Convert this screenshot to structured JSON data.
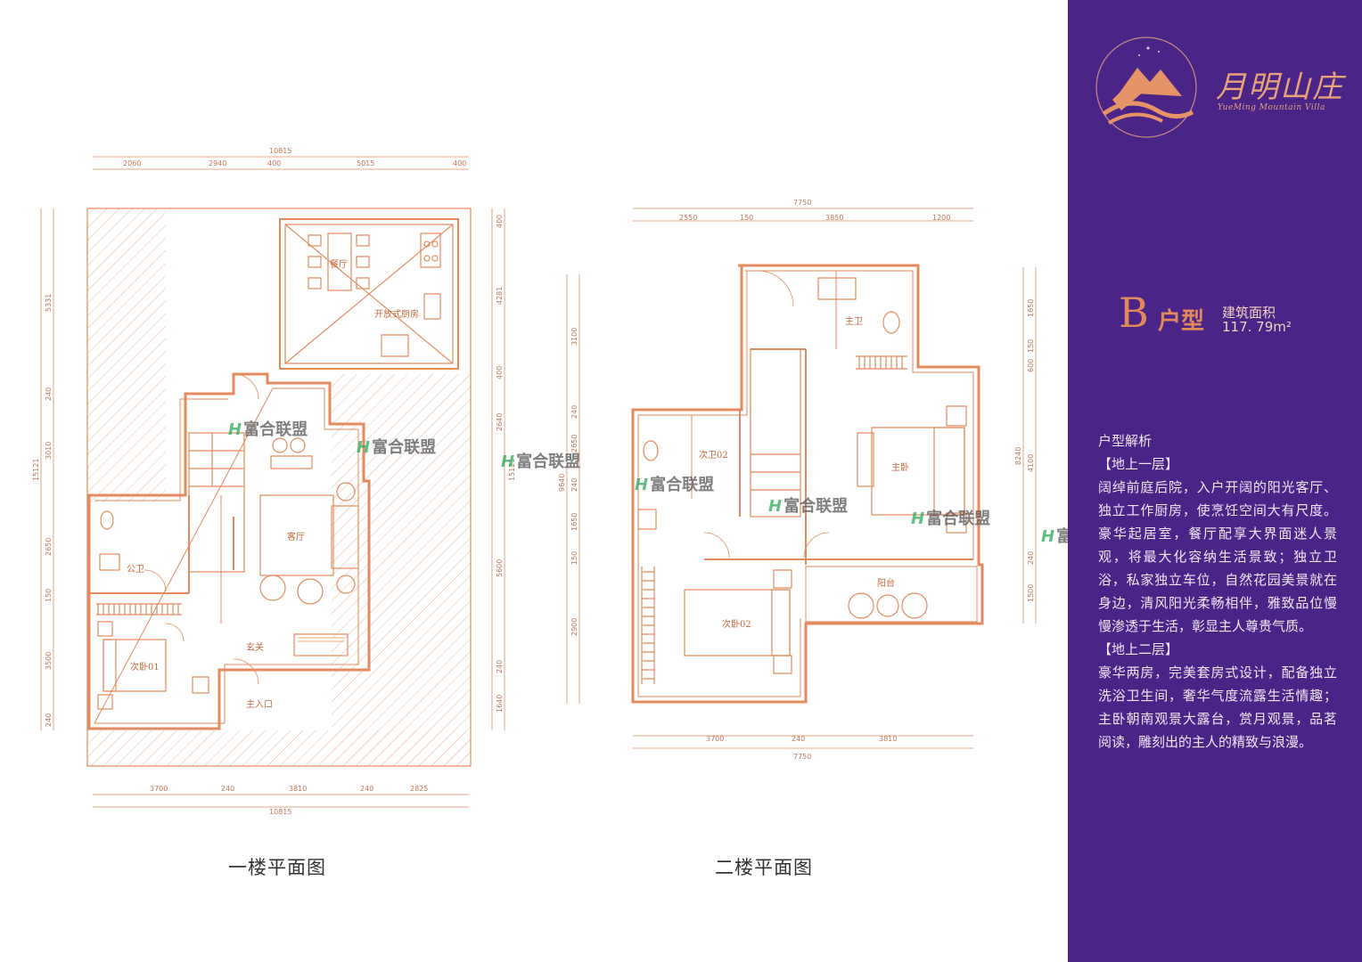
{
  "brand": {
    "name_cn": "月明山庄",
    "name_en": "YueMing Mountain Villa"
  },
  "unit": {
    "letter": "B",
    "type_label": "户型",
    "area_label": "建筑面积",
    "area_value": "117. 79m²"
  },
  "description": {
    "heading": "户型解析",
    "floor1_tag": "【地上一层】",
    "floor1_text": "阔绰前庭后院，入户开阔的阳光客厅、独立工作厨房，使烹饪空间大有尺度。豪华起居室，餐厅配享大界面迷人景观，将最大化容纳生活景致；独立卫浴，私家独立车位，自然花园美景就在身边，清风阳光柔畅相伴，雅致品位慢慢渗透于生活，彰显主人尊贵气质。",
    "floor2_tag": "【地上二层】",
    "floor2_text": "豪华两房，完美套房式设计，配备独立洗浴卫生间，奢华气度流露生活情趣；主卧朝南观景大露台，赏月观景，品茗阅读，雕刻出的主人的精致与浪漫。"
  },
  "plan1": {
    "title": "一楼平面图",
    "rooms": {
      "dining": "餐厅",
      "kitchen": "开放式厨房",
      "living": "客厅",
      "bath": "公卫",
      "bed": "次卧01",
      "foyer": "玄关",
      "entrance": "主入口"
    },
    "dims_top": [
      "2060",
      "2940",
      "400",
      "5015",
      "400"
    ],
    "dims_total": "10815",
    "dims_bottom": [
      "3700",
      "240",
      "3810",
      "240",
      "2825"
    ],
    "dims_left": [
      "5331",
      "240",
      "3010",
      "2650",
      "150",
      "3500",
      "240"
    ],
    "dims_left_total": "15121",
    "dims_right": [
      "400",
      "4281",
      "400",
      "2640",
      "5600",
      "240",
      "1640"
    ],
    "dims_right_total": "15121"
  },
  "plan2": {
    "title": "二楼平面图",
    "rooms": {
      "master_bath": "主卫",
      "bath2": "次卫02",
      "master_bed": "主卧",
      "bed2": "次卧02",
      "balcony": "阳台"
    },
    "dims_top": [
      "2550",
      "150",
      "3850",
      "1200"
    ],
    "dims_total": "7750",
    "dims_bottom": [
      "3700",
      "240",
      "3810"
    ],
    "dims_left": [
      "3100",
      "240",
      "2650",
      "240",
      "1650",
      "150",
      "2900"
    ],
    "dims_left_total": "9640",
    "dims_right": [
      "1650",
      "150",
      "600",
      "4100",
      "240",
      "1500"
    ],
    "dims_right_total": "8240"
  },
  "watermark": {
    "text": "富合联盟",
    "mark": "H"
  },
  "colors": {
    "line": "#e48a5e",
    "sidebar": "#4b2487",
    "accent": "#e08a5c",
    "hatch": "#e9b9a0"
  }
}
